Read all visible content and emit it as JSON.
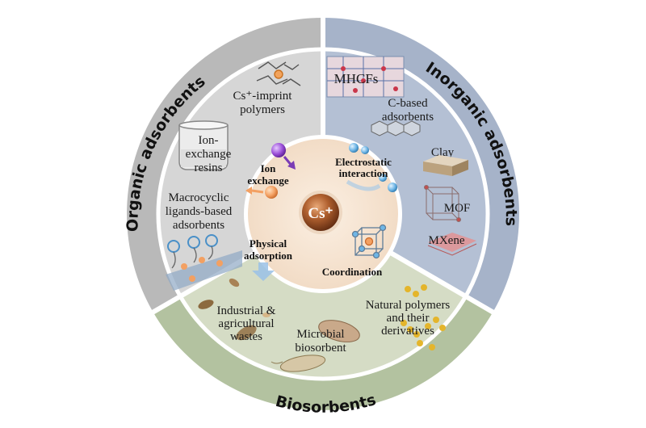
{
  "outer_ring": {
    "organic_title": "Organic adsorbents",
    "inorganic_title": "Inorganic adsorbents",
    "bio_title": "Biosorbents"
  },
  "organic": {
    "imprint_line1": "Cs⁺-imprint",
    "imprint_line2": "polymers",
    "ion_exchange_line1": "Ion-",
    "ion_exchange_line2": "exchange",
    "ion_exchange_line3": "resins",
    "macro_line1": "Macrocyclic",
    "macro_line2": "ligands-based",
    "macro_line3": "adsorbents"
  },
  "inorganic": {
    "mhcfs": "MHCFs",
    "cbased_line1": "C-based",
    "cbased_line2": "adsorbents",
    "clay": "Clay",
    "mof": "MOF",
    "mxene": "MXene"
  },
  "bio": {
    "industrial_line1": "Industrial &",
    "industrial_line2": "agricultural",
    "industrial_line3": "wastes",
    "microbial_line1": "Microbial",
    "microbial_line2": "biosorbent",
    "natural_line1": "Natural polymers",
    "natural_line2": "and their",
    "natural_line3": "derivatives"
  },
  "mechanisms": {
    "ion_exchange_line1": "Ion",
    "ion_exchange_line2": "exchange",
    "electrostatic_line1": "Electrostatic",
    "electrostatic_line2": "interaction",
    "physical_line1": "Physical",
    "physical_line2": "adsorption",
    "coordination": "Coordination",
    "core": "Cs⁺"
  },
  "colors": {
    "organic_outer": "#b9b9b9",
    "inorganic_outer": "#a6b3c9",
    "bio_outer": "#b3c2a0",
    "organic_inner": "#d6d6d6",
    "inorganic_inner": "#b4c0d4",
    "bio_inner": "#d5dcc5",
    "center": "#f5e4d3",
    "core_ball": "#a4542a"
  }
}
